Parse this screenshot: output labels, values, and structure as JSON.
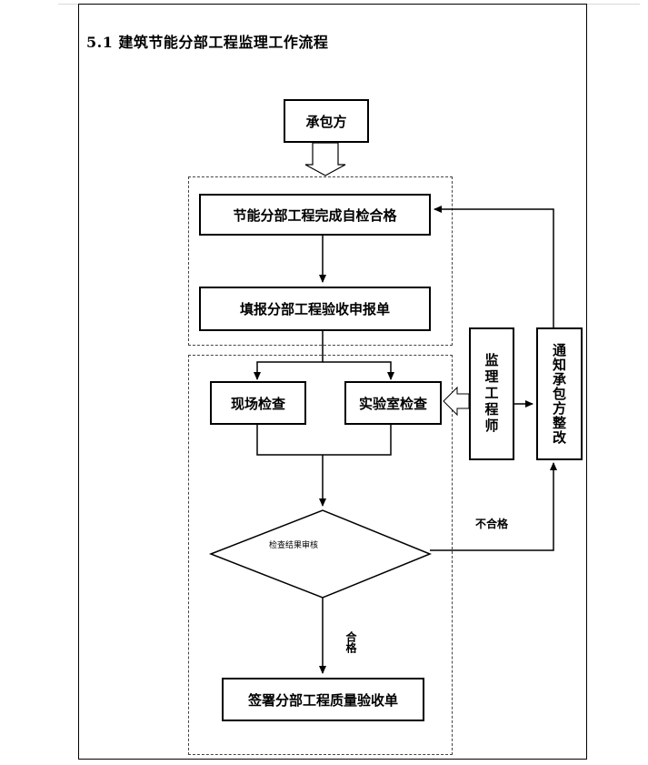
{
  "title": "5.1 建筑节能分部工程监理工作流程",
  "nodes": {
    "contractor": "承包方",
    "self_check": "节能分部工程完成自检合格",
    "report_form": "填报分部工程验收申报单",
    "site_check": "现场检查",
    "lab_check": "实验室检查",
    "supervisor": "监理工程师",
    "notify_rectify": "通知承包方整改",
    "review": "检查结果审核",
    "sign": "签署分部工程质量验收单"
  },
  "edge_labels": {
    "fail": "不合格",
    "pass": "合格"
  }
}
